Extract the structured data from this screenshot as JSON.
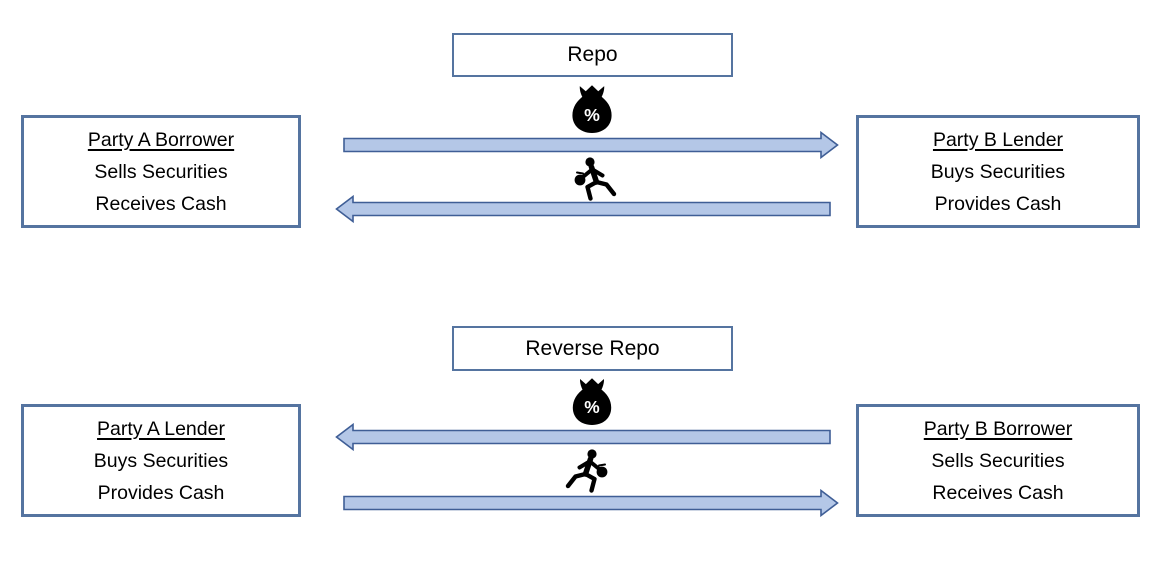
{
  "colors": {
    "background": "#ffffff",
    "text": "#000000",
    "box_border": "#5574a0",
    "arrow_fill": "#b4c7e7",
    "arrow_border": "#3f5e96",
    "icon": "#000000"
  },
  "icons": {
    "percent_symbol": "%"
  },
  "sections": [
    {
      "title": "Repo",
      "left_party": {
        "heading": "Party A Borrower",
        "action1": "Sells Securities",
        "action2": "Receives Cash"
      },
      "right_party": {
        "heading": "Party B Lender",
        "action1": "Buys Securities",
        "action2": "Provides Cash"
      },
      "flows": [
        {
          "icon": "money-bag-percent-icon",
          "arrow_direction": "right"
        },
        {
          "icon": "running-person-with-bag-icon",
          "arrow_direction": "left",
          "runner_facing": "left"
        }
      ]
    },
    {
      "title": "Reverse Repo",
      "left_party": {
        "heading": "Party A Lender",
        "action1": "Buys Securities",
        "action2": "Provides Cash"
      },
      "right_party": {
        "heading": "Party B Borrower",
        "action1": "Sells Securities",
        "action2": "Receives Cash"
      },
      "flows": [
        {
          "icon": "money-bag-percent-icon",
          "arrow_direction": "left"
        },
        {
          "icon": "running-person-with-bag-icon",
          "arrow_direction": "right",
          "runner_facing": "right"
        }
      ]
    }
  ]
}
